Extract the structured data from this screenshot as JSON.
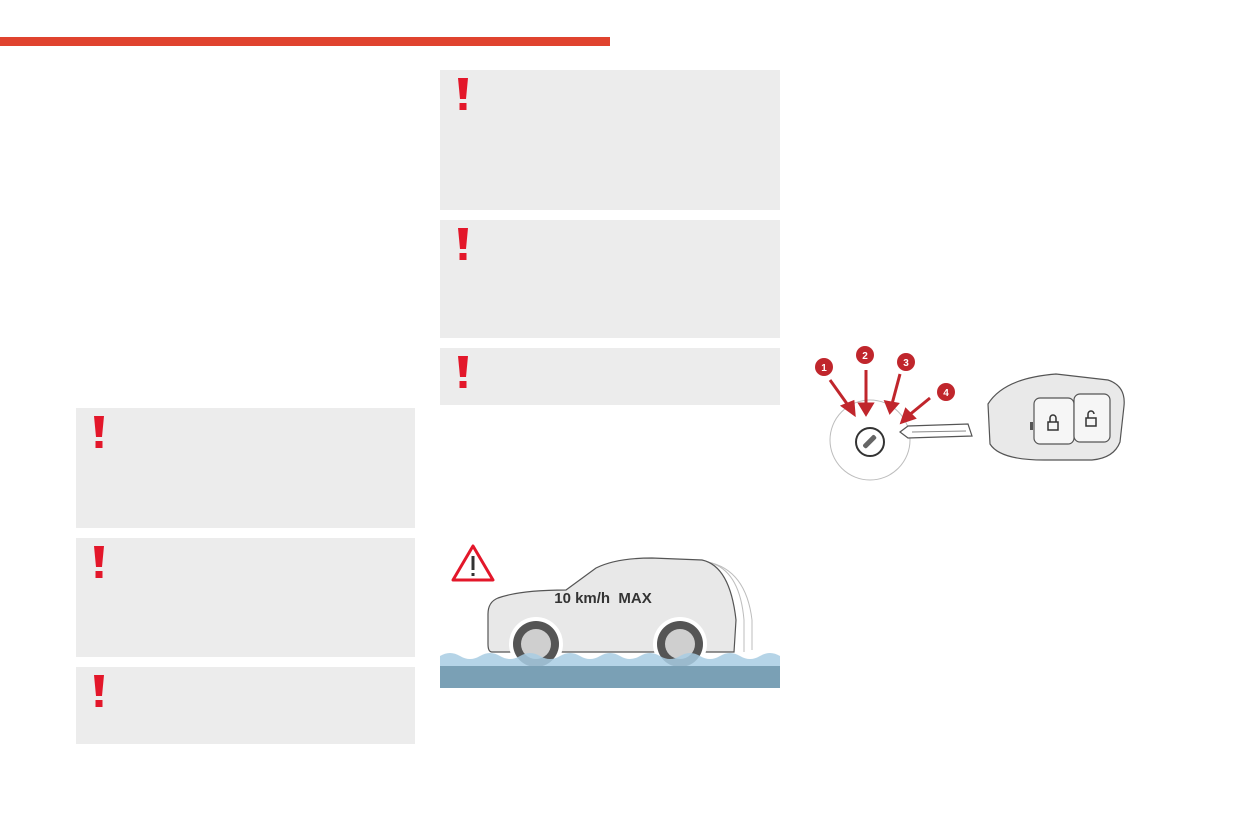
{
  "colors": {
    "accent": "#e0432f",
    "warning": "#e3172a",
    "box_bg": "#ececec",
    "water": "#7aa0b5",
    "water_light": "#a8cde3"
  },
  "warning_boxes": [
    {
      "icon": "exclamation-icon"
    },
    {
      "icon": "exclamation-icon"
    },
    {
      "icon": "exclamation-icon"
    },
    {
      "icon": "exclamation-icon"
    },
    {
      "icon": "exclamation-icon"
    },
    {
      "icon": "exclamation-icon"
    }
  ],
  "flood_illustration": {
    "icon": "warning-triangle-icon",
    "speed_label": "10 km/h  MAX"
  },
  "key_illustration": {
    "positions": [
      "1",
      "2",
      "3",
      "4"
    ]
  }
}
